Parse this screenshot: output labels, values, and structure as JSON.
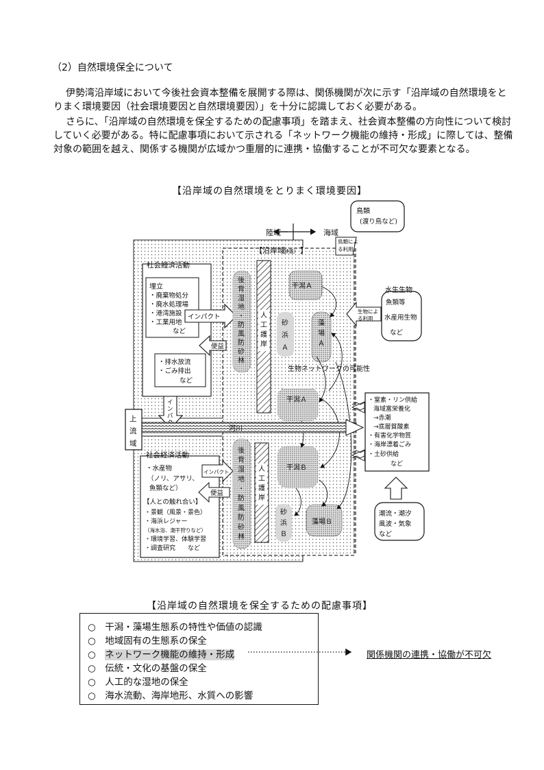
{
  "section_title": "（2）自然環境保全について",
  "paragraphs": [
    "伊勢湾沿岸域において今後社会資本整備を展開する際は、関係機関が次に示す「沿岸域の自然環境をとりまく環境要因（社会環境要因と自然環境要因）」を十分に認識しておく必要がある。",
    "さらに、「沿岸域の自然環境を保全するための配慮事項」を踏まえ、社会資本整備の方向性について検討していく必要がある。特に配慮事項において示される「ネットワーク機能の維持・形成」に際しては、整備対象の範囲を越え、関係する機関が広域かつ重層的に連携・協働することが不可欠な要素となる。"
  ],
  "diagram": {
    "caption": "【沿岸域の自然環境をとりまく環境要因】",
    "land_label": "陸域",
    "sea_label": "海域",
    "coastal_zone": "【沿岸域",
    "coastal_zone_note": "(狭義)",
    "coastal_zone_end": "】",
    "birds_title": "鳥類",
    "birds_note": "(渡り鳥など)",
    "bird_use": [
      "鳥類によ",
      "る利用"
    ],
    "upstream": [
      "上",
      "流",
      "域"
    ],
    "river": "河川",
    "upper_activity": {
      "title": "社会経済活動",
      "landfill_title": "埋立",
      "landfill_items": [
        "・廃棄物処分",
        "・廃水処理場",
        "・港湾施設",
        "・工業用地"
      ],
      "landfill_more": "など",
      "discharge_items": [
        "・排水放流",
        "・ごみ排出"
      ],
      "discharge_more": "など"
    },
    "impact": "インパクト",
    "impact_vertical": [
      "イ",
      "ン",
      "パ",
      "ク",
      "ト"
    ],
    "benefit": "便益",
    "back_wetland": [
      "後",
      "背",
      "湿",
      "地",
      "・",
      "防",
      "風",
      "防",
      "砂",
      "林"
    ],
    "seawall": [
      "人",
      "工",
      "護",
      "岸"
    ],
    "habitats": {
      "tidal_flat_a": "干潟Ａ",
      "seagrass_a": [
        "藻",
        "場",
        "Ａ"
      ],
      "beach_a": [
        "砂",
        "浜",
        "Ａ"
      ],
      "tidal_flat_b": "干潟Ｂ",
      "seagrass_b": "藻場Ｂ",
      "beach_b": [
        "砂",
        "浜",
        "Ｂ"
      ],
      "network": "生物ネットワークの可能性",
      "top_label": "干潟Ａ"
    },
    "aquatic": {
      "title": "水生生物",
      "items": [
        "魚類等",
        "水産用生物",
        "など"
      ],
      "use": [
        "生物によ",
        "る利用"
      ]
    },
    "water_quality": {
      "items": [
        "・窒素・リン供給",
        "海域富栄養化",
        "→赤潮",
        "→底層貧酸素",
        "・有害化学物質",
        "・海岸漂着ごみ",
        "・土砂供給"
      ],
      "more": "など"
    },
    "lower_activity": {
      "title": "社会経済活動",
      "fish_title": "・水産物",
      "fish_detail": [
        "（ノリ、アサリ、",
        "魚類など）"
      ],
      "human_title": "【人との触れ合い】",
      "human_items": [
        "・景観（風景・景色）",
        "・海浜レジャー",
        "（海水浴、潮干狩りなど）",
        "・環境学習、体験学習",
        "・調査研究　　など"
      ]
    },
    "natural_forces": [
      "潮流・潮汐",
      "風波・気象",
      "など"
    ]
  },
  "considerations": {
    "caption": "【沿岸域の自然環境を保全するための配慮事項】",
    "items": [
      "○　干潟・藻場生態系の特性や価値の認識",
      "○　地域固有の生態系の保全",
      "ネットワーク機能の維持・形成",
      "○　伝統・文化の基盤の保全",
      "○　人工的な湿地の保全",
      "○　海水流動、海岸地形、水質への影響"
    ],
    "item3_bullet": "○　",
    "note": "関係機関の連携・協働が不可欠"
  }
}
